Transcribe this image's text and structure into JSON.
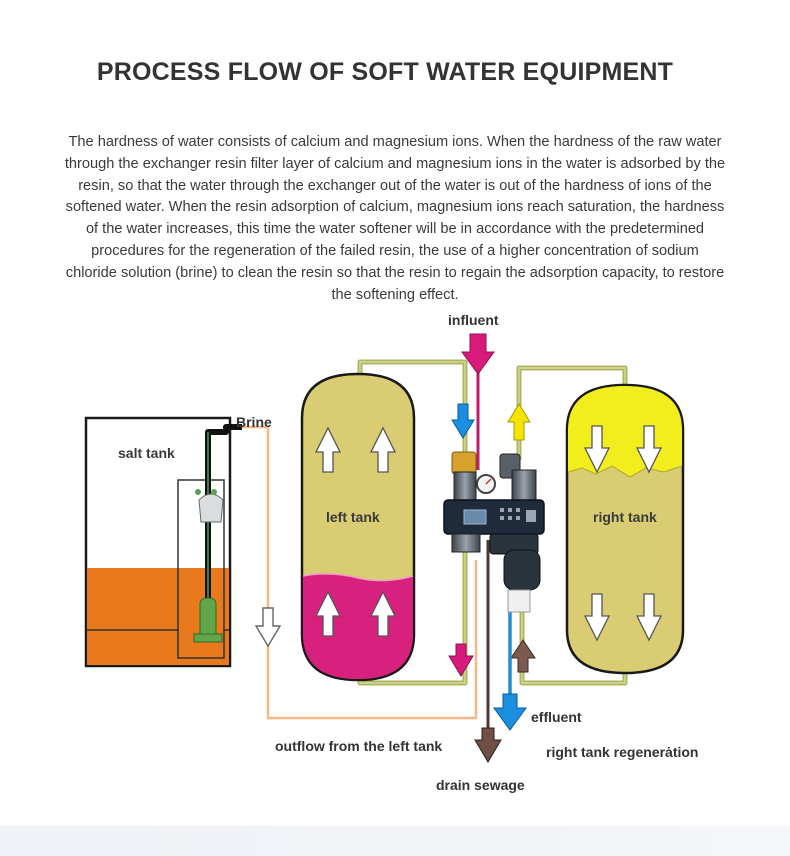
{
  "title": "PROCESS FLOW OF SOFT WATER EQUIPMENT",
  "description": "The hardness of water consists of calcium and magnesium ions. When the hardness of the raw water through the exchanger resin filter layer of calcium and magnesium ions in the water is adsorbed by the resin, so that the water through the exchanger out of the water is out of the hardness of ions of the softened water. When the resin adsorption of calcium, magnesium ions reach saturation, the hardness of the water increases, this time the water softener will be in accordance with the predetermined procedures for the regeneration of the failed resin, the use of a higher concentration of sodium chloride solution (brine) to clean the resin so that the resin to regain the adsorption capacity, to restore the softening effect.",
  "labels": {
    "influent": "influent",
    "brine": "Brine",
    "salt_tank": "salt tank",
    "left_tank": "left tank",
    "right_tank": "right tank",
    "effluent": "effluent",
    "outflow_left": "outflow from the left tank",
    "right_regen": "right tank regenerȧtion",
    "drain": "drain sewage"
  },
  "colors": {
    "resin_tan": "#d9cc72",
    "resin_magenta": "#d8217e",
    "resin_yellow": "#f2ee1e",
    "salt_orange": "#e8791c",
    "pipe_olive": "#aeb55e",
    "influent_arrow": "#d81b7a",
    "blue_arrow": "#1b8ee0",
    "yellow_arrow": "#f4e400",
    "brine_line": "#f4b889",
    "drain_brown": "#6e4e45",
    "valve_dark": "#1f2a3a"
  }
}
